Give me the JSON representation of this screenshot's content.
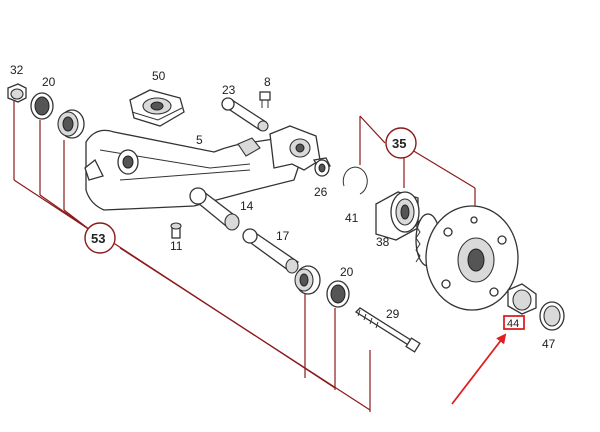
{
  "diagram": {
    "labels": {
      "p32": "32",
      "p20a": "20",
      "p50": "50",
      "p23": "23",
      "p8": "8",
      "p5": "5",
      "p35": "35",
      "p26": "26",
      "p41": "41",
      "p14": "14",
      "p11": "11",
      "p53": "53",
      "p17": "17",
      "p20b": "20",
      "p38": "38",
      "p29": "29",
      "p47": "47",
      "p44": "44"
    },
    "colors": {
      "leader_lines": "#8b1a1a",
      "pointer_arrow": "#e02020",
      "highlight_box": "#e02020"
    },
    "highlighted_part": "44"
  }
}
